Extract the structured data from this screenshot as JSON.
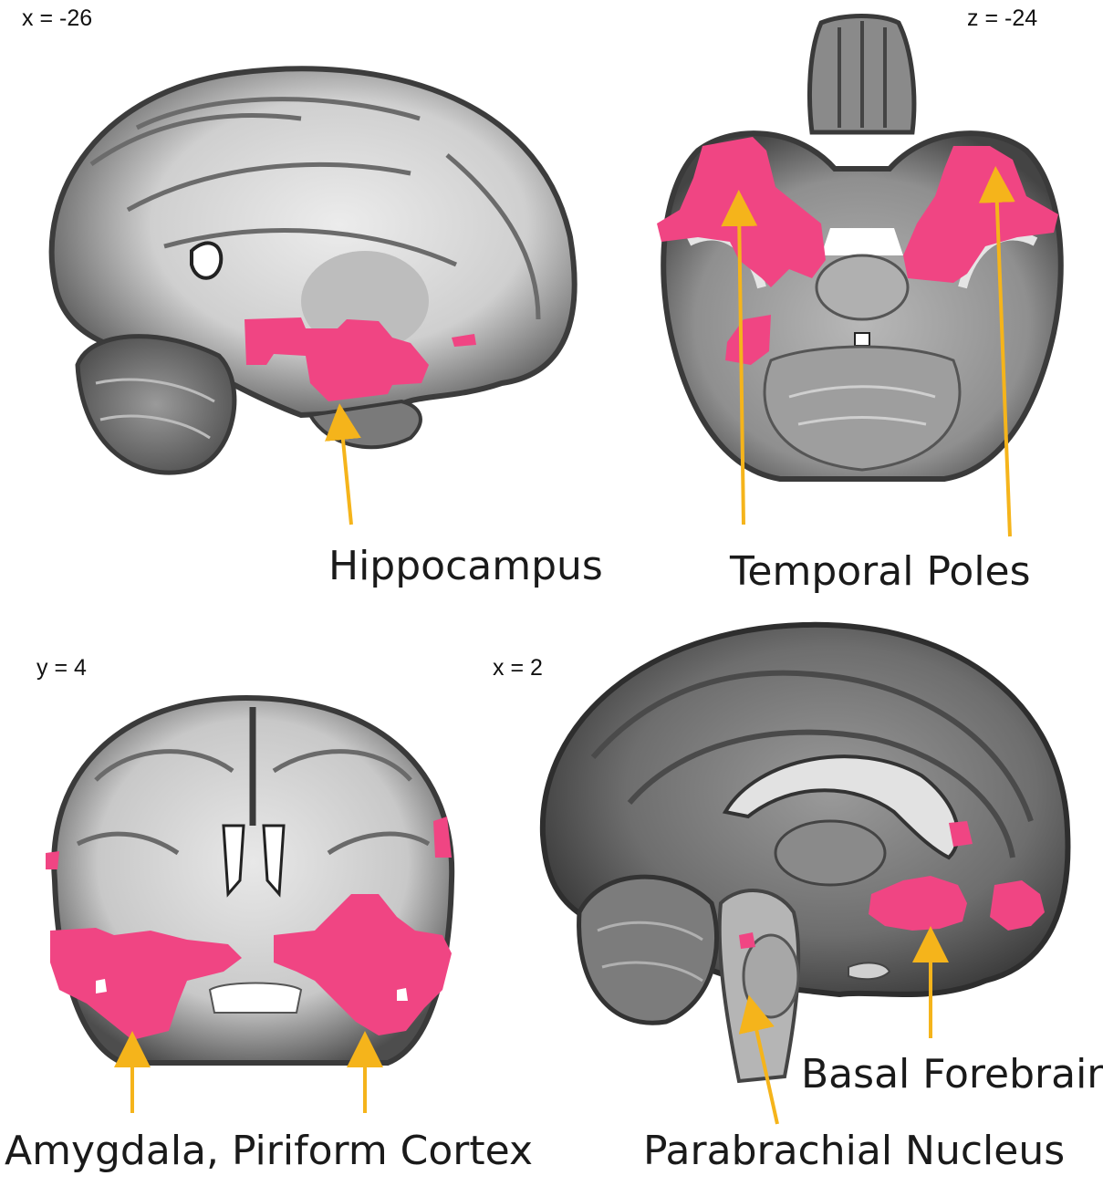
{
  "colors": {
    "activation": "#f04583",
    "arrow": "#f5b41b",
    "tissue_dark": "#4a4a4a",
    "tissue_mid": "#8c8c8c",
    "tissue_light": "#d6d6d6",
    "white_matter": "#efefef"
  },
  "panels": [
    {
      "id": "sagittal-left",
      "view": "sagittal",
      "coordinate": "x = -26",
      "labels": [
        "Hippocampus"
      ]
    },
    {
      "id": "axial",
      "view": "axial",
      "coordinate": "z = -24",
      "labels": [
        "Temporal Poles"
      ]
    },
    {
      "id": "coronal",
      "view": "coronal",
      "coordinate": "y = 4",
      "labels": [
        "Amygdala, Piriform Cortex"
      ]
    },
    {
      "id": "sagittal-midline",
      "view": "sagittal",
      "coordinate": "x = 2",
      "labels": [
        "Basal Forebrain",
        "Parabrachial Nucleus"
      ]
    }
  ]
}
